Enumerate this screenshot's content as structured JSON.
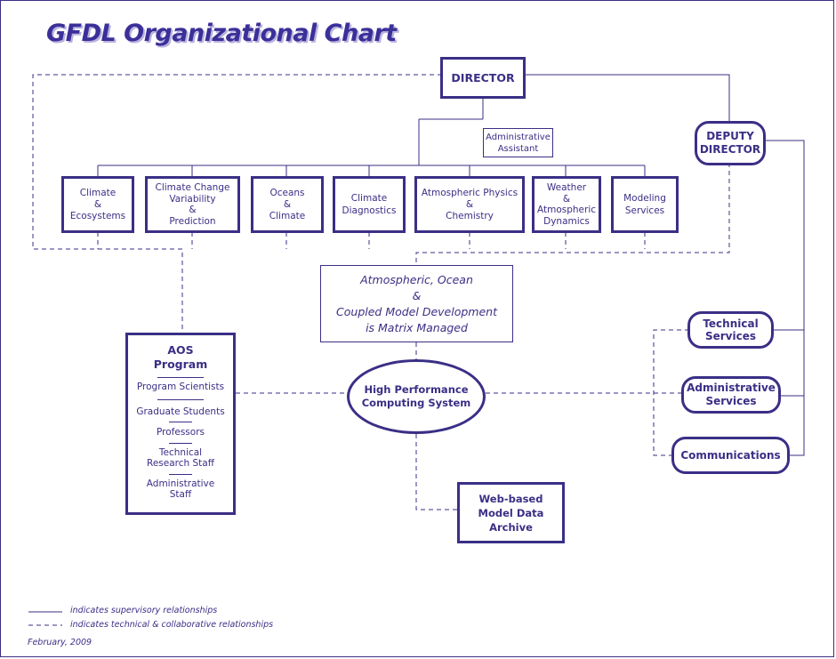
{
  "title": "GFDL Organizational Chart",
  "director": "DIRECTOR",
  "deputy_director": [
    "DEPUTY",
    "DIRECTOR"
  ],
  "admin_assistant": [
    "Administrative",
    "Assistant"
  ],
  "divisions": [
    {
      "lines": [
        "Climate",
        "&",
        "Ecosystems"
      ]
    },
    {
      "lines": [
        "Climate Change",
        "Variability",
        "&",
        "Prediction"
      ]
    },
    {
      "lines": [
        "Oceans",
        "&",
        "Climate"
      ]
    },
    {
      "lines": [
        "Climate",
        "Diagnostics"
      ]
    },
    {
      "lines": [
        "Atmospheric Physics",
        "&",
        "Chemistry"
      ]
    },
    {
      "lines": [
        "Weather",
        "&",
        "Atmospheric",
        "Dynamics"
      ]
    },
    {
      "lines": [
        "Modeling",
        "Services"
      ]
    }
  ],
  "matrix": [
    "Atmospheric, Ocean",
    "&",
    "Coupled Model Development",
    "is Matrix Managed"
  ],
  "aos": {
    "title": [
      "AOS",
      "Program"
    ],
    "items": [
      "Program Scientists",
      "Graduate Students",
      "Professors",
      "Technical Research Staff",
      "Administrative Staff"
    ]
  },
  "hpcs": [
    "High Performance",
    "Computing System"
  ],
  "archive": [
    "Web-based",
    "Model Data",
    "Archive"
  ],
  "services": [
    {
      "lines": [
        "Technical",
        "Services"
      ]
    },
    {
      "lines": [
        "Administrative",
        "Services"
      ]
    },
    {
      "lines": [
        "Communications"
      ]
    }
  ],
  "legend": {
    "solid": "indicates supervisory relationships",
    "dashed": "indicates technical & collaborative relationships"
  },
  "date": "February, 2009",
  "colors": {
    "line": "#3a2f86",
    "title_shadow": "#b9b3dd"
  }
}
